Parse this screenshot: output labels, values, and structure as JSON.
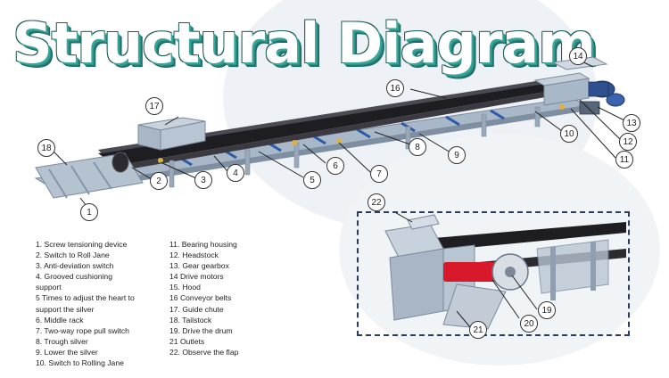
{
  "title": "Structural Diagram",
  "legend_left": [
    "1. Screw tensioning device",
    "2. Switch to Roll Jane",
    "3. Anti-deviation switch",
    "4. Grooved cushioning",
    "support",
    "5 Times to adjust the heart to",
    "support the silver",
    "6. Middle rack",
    "7. Two-way rope pull switch",
    "8. Trough silver",
    "9. Lower the silver",
    "10. Switch to Rolling Jane"
  ],
  "legend_right": [
    "11. Bearing housing",
    "12. Headstock",
    "13. Gear gearbox",
    "14 Drive motors",
    "15. Hood",
    "16 Conveyor belts",
    "17. Guide chute",
    "18. Tailstock",
    "19. Drive the drum",
    "21 Outlets",
    "22. Observe the flap"
  ],
  "callouts": [
    "1",
    "2",
    "3",
    "4",
    "5",
    "6",
    "7",
    "8",
    "9",
    "10",
    "11",
    "12",
    "13",
    "14",
    "16",
    "17",
    "18",
    "19",
    "20",
    "21",
    "22"
  ],
  "colors": {
    "title_fill": "#ffffff",
    "title_shadow": "#2b8f86",
    "frame": "#8ea0b4",
    "belt": "#1e1e22",
    "motor": "#2f4f8f",
    "drum": "#d8192b",
    "inset_border": "#2b3b63"
  }
}
